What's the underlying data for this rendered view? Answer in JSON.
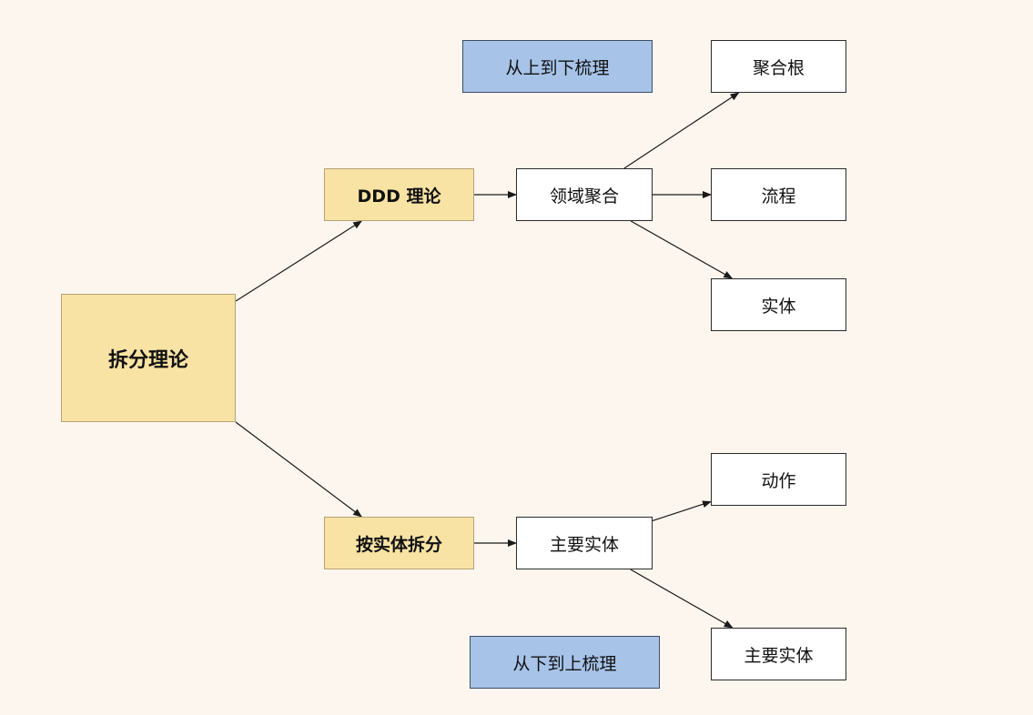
{
  "nodes": {
    "root": {
      "label": "拆分理论"
    },
    "ddd": {
      "label": "DDD 理论"
    },
    "entity_split": {
      "label": "按实体拆分"
    },
    "domain_aggregate": {
      "label": "领域聚合"
    },
    "aggregate_root": {
      "label": "聚合根"
    },
    "process": {
      "label": "流程"
    },
    "entity": {
      "label": "实体"
    },
    "main_entity": {
      "label": "主要实体"
    },
    "action": {
      "label": "动作"
    },
    "main_entity_2": {
      "label": "主要实体"
    }
  },
  "notes": {
    "top_down": {
      "label": "从上到下梳理"
    },
    "bottom_up": {
      "label": "从下到上梳理"
    }
  },
  "edges": [
    {
      "from": "root",
      "to": "ddd"
    },
    {
      "from": "root",
      "to": "entity_split"
    },
    {
      "from": "ddd",
      "to": "domain_aggregate"
    },
    {
      "from": "domain_aggregate",
      "to": "aggregate_root"
    },
    {
      "from": "domain_aggregate",
      "to": "process"
    },
    {
      "from": "domain_aggregate",
      "to": "entity"
    },
    {
      "from": "entity_split",
      "to": "main_entity"
    },
    {
      "from": "main_entity",
      "to": "action"
    },
    {
      "from": "main_entity",
      "to": "main_entity_2"
    }
  ],
  "colors": {
    "background": "#fdf6ee",
    "method_fill": "#f8e3a4",
    "leaf_fill": "#ffffff",
    "note_fill": "#a7c3e8",
    "line": "#1a1a1a"
  }
}
